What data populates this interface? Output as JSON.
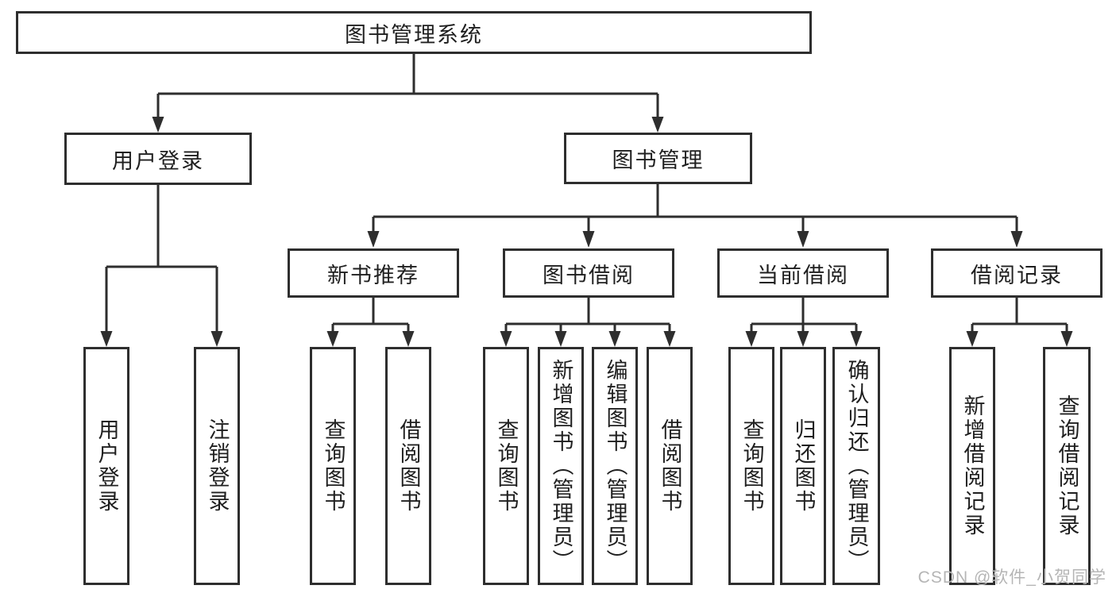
{
  "diagram": {
    "root": {
      "label": "图书管理系统"
    },
    "login": {
      "label": "用户登录",
      "children": [
        {
          "label": "用户登录"
        },
        {
          "label": "注销登录"
        }
      ]
    },
    "management": {
      "label": "图书管理",
      "sections": [
        {
          "label": "新书推荐",
          "children": [
            {
              "label": "查询图书"
            },
            {
              "label": "借阅图书"
            }
          ]
        },
        {
          "label": "图书借阅",
          "children": [
            {
              "label": "查询图书"
            },
            {
              "label": "新增图书（管理员）"
            },
            {
              "label": "编辑图书（管理员）"
            },
            {
              "label": "借阅图书"
            }
          ]
        },
        {
          "label": "当前借阅",
          "children": [
            {
              "label": "查询图书"
            },
            {
              "label": "归还图书"
            },
            {
              "label": "确认归还（管理员）"
            }
          ]
        },
        {
          "label": "借阅记录",
          "children": [
            {
              "label": "新增借阅记录"
            },
            {
              "label": "查询借阅记录"
            }
          ]
        }
      ]
    }
  },
  "watermark": {
    "text": "CSDN @软件_小贺同学"
  },
  "colors": {
    "line": "#2e2e2e",
    "text": "#1f1f1f",
    "background": "#ffffff",
    "watermark": "#b5b5b5"
  }
}
